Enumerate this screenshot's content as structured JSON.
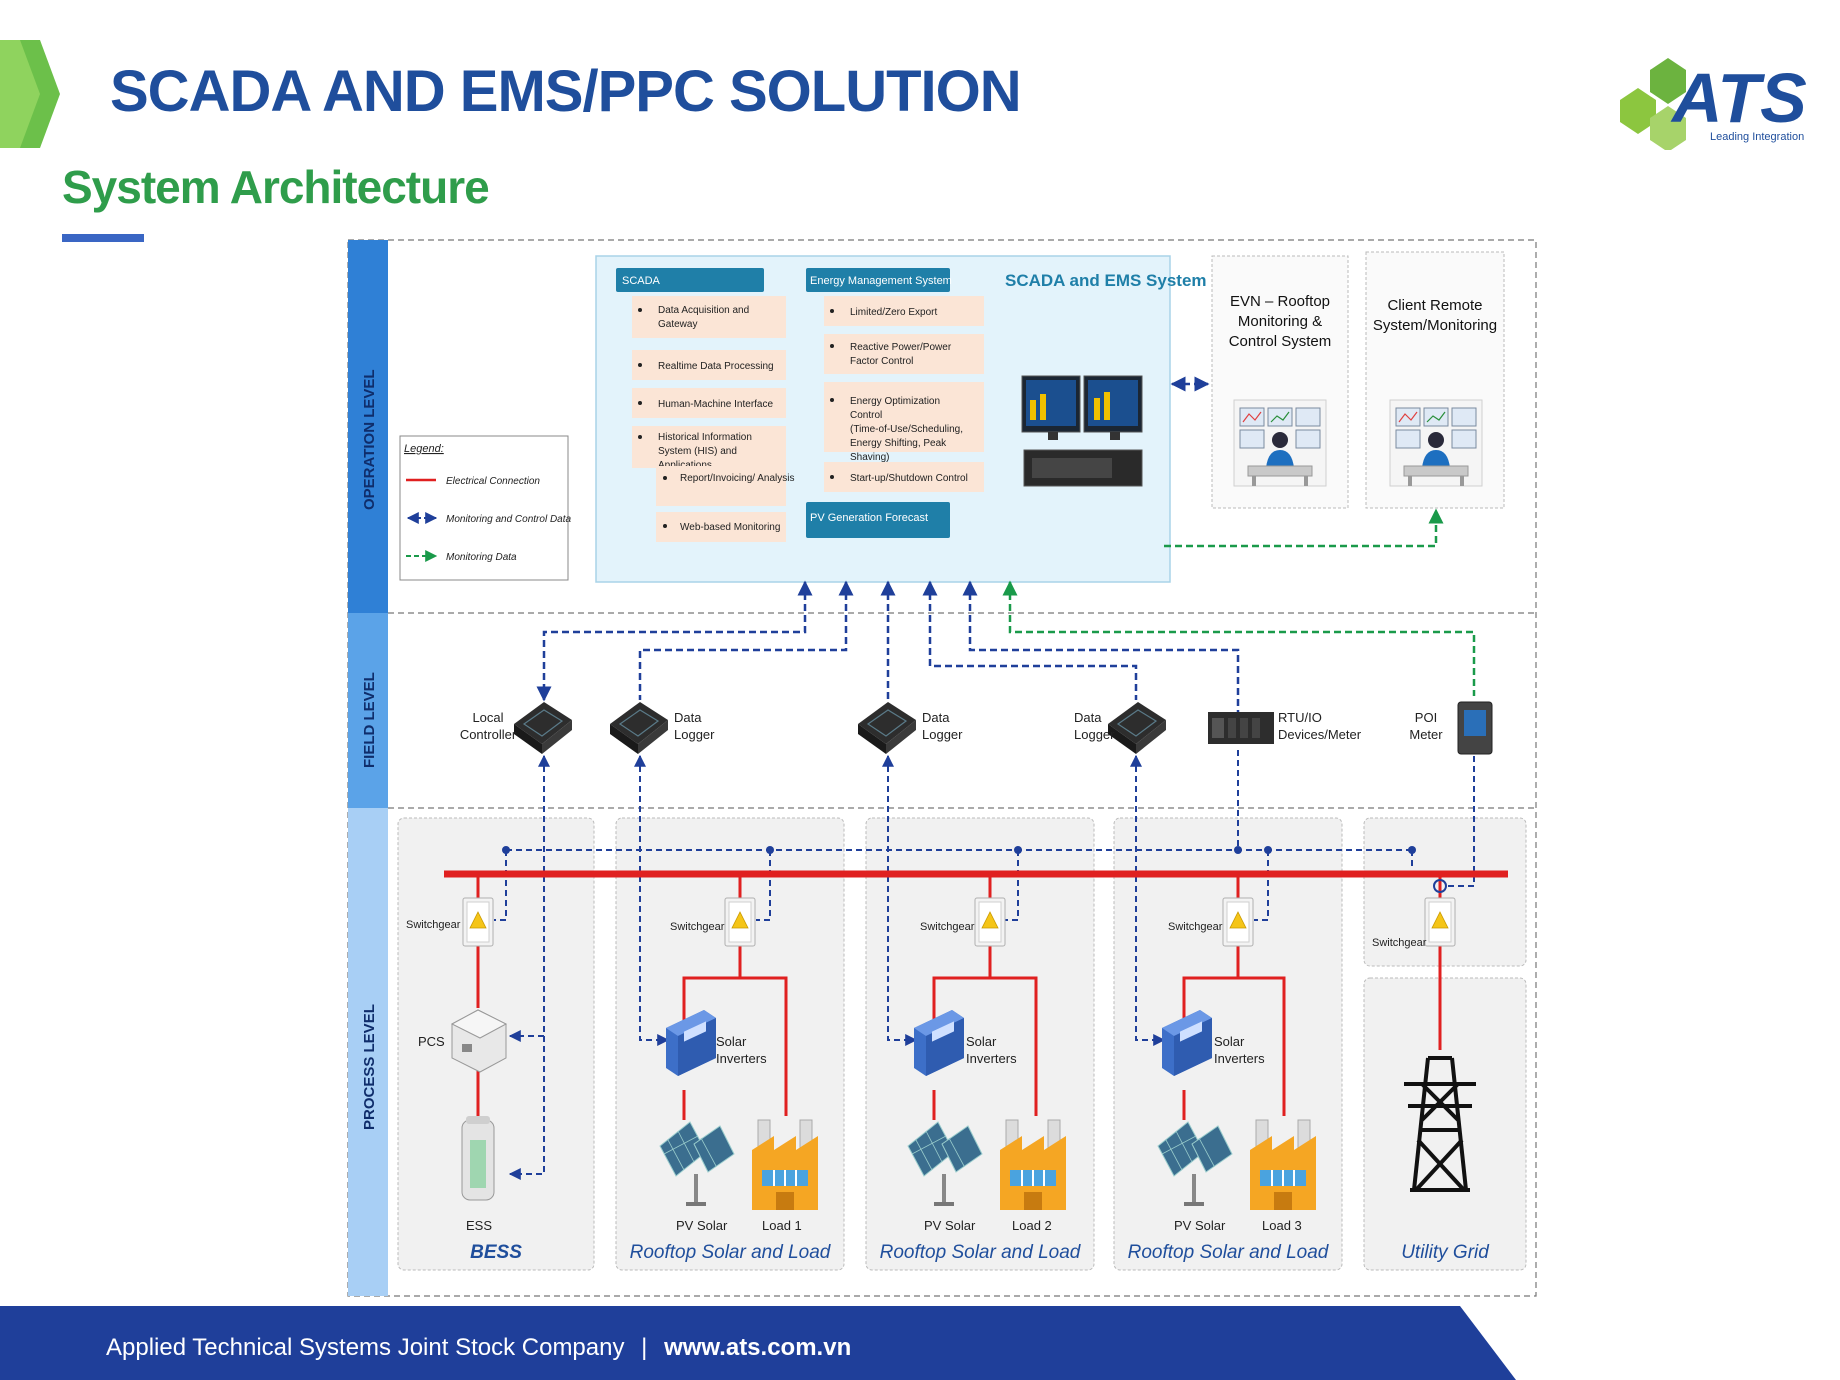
{
  "header": {
    "title": "SCADA AND EMS/PPC SOLUTION",
    "subtitle": "System Architecture",
    "logo_text": "ATS",
    "logo_tagline": "Leading Integration"
  },
  "footer": {
    "company": "Applied Technical Systems Joint Stock Company",
    "separator": "|",
    "website": "www.ats.com.vn"
  },
  "levels": {
    "operation": "OPERATION LEVEL",
    "field": "FIELD LEVEL",
    "process": "PROCESS LEVEL"
  },
  "legend": {
    "title": "Legend:",
    "electrical": "Electrical Connection",
    "monitoring_control": "Monitoring and Control Data",
    "monitoring": "Monitoring Data"
  },
  "scada_box": {
    "scada_header": "SCADA",
    "scada_items": [
      "Data Acquisition and Gateway",
      "Realtime Data Processing",
      "Human-Machine Interface",
      "Historical Information System (HIS) and Applications"
    ],
    "his_sub_items": [
      "Report/Invoicing/ Analysis",
      "Web-based Monitoring"
    ],
    "ems_header": "Energy Management System",
    "ems_items": [
      "Limited/Zero Export",
      "Reactive Power/Power Factor Control",
      "Energy Optimization Control (Time-of-Use/Scheduling, Energy Shifting, Peak Shaving)",
      "Start-up/Shutdown Control"
    ],
    "pv_forecast": "PV Generation Forecast",
    "system_title": "SCADA and EMS System"
  },
  "remote": {
    "evn": "EVN – Rooftop Monitoring & Control System",
    "client": "Client Remote System/Monitoring"
  },
  "field_devices": {
    "local_controller": "Local Controller",
    "data_logger_1": "Data Logger",
    "data_logger_2": "Data Logger",
    "data_logger_3": "Data Logger",
    "rtu": "RTU/IO Devices/Meter",
    "poi": "POI Meter"
  },
  "process": {
    "switchgear": "Switchgear",
    "pcs": "PCS",
    "ess": "ESS",
    "solar_inverters": "Solar Inverters",
    "pv_solar": "PV Solar",
    "load1": "Load 1",
    "load2": "Load 2",
    "load3": "Load 3",
    "bess": "BESS",
    "rooftop": "Rooftop Solar and Load",
    "utility": "Utility Grid"
  },
  "colors": {
    "brand_blue": "#1f4e9c",
    "brand_green": "#2f9d4b",
    "electrical": "#e02020",
    "control": "#1f3f9a",
    "monitoring": "#1a9a4a"
  }
}
